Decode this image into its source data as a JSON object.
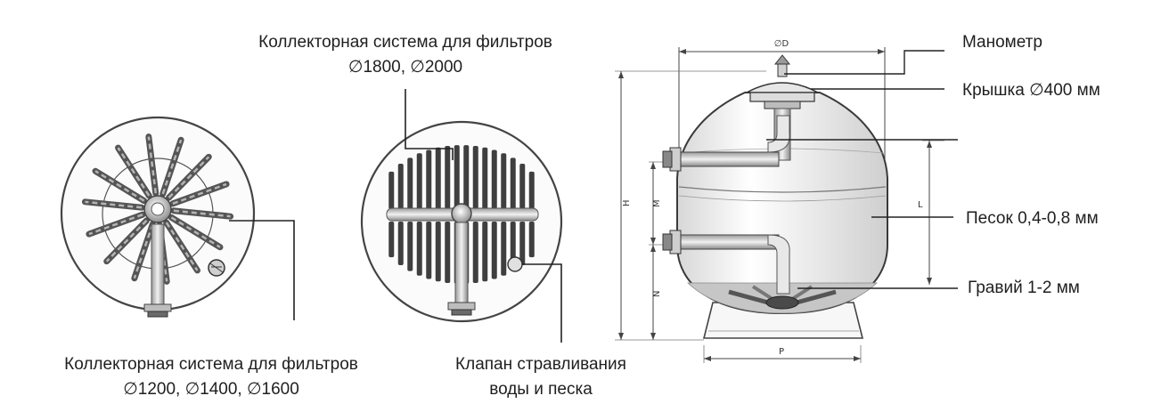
{
  "labels": {
    "top_collector_line1": "Коллекторная система для фильтров",
    "top_collector_line2": "∅1800, ∅2000",
    "bottom_collector_line1": "Коллекторная система для фильтров",
    "bottom_collector_line2": "∅1200, ∅1400, ∅1600",
    "valve_line1": "Клапан стравливания",
    "valve_line2": "воды и песка",
    "manometer": "Манометр",
    "lid": "Крышка ∅400 мм",
    "sand": "Песок 0,4-0,8 мм",
    "gravel": "Гравий 1-2 мм"
  },
  "dimensions": {
    "diameter": "∅D",
    "height": "H",
    "m": "M",
    "n": "N",
    "l": "L",
    "p": "P"
  },
  "colors": {
    "line": "#3a3a3a",
    "fill_light": "#f4f4f4",
    "fill_mid": "#c8c8c8",
    "fill_dark": "#6b6b6b"
  }
}
